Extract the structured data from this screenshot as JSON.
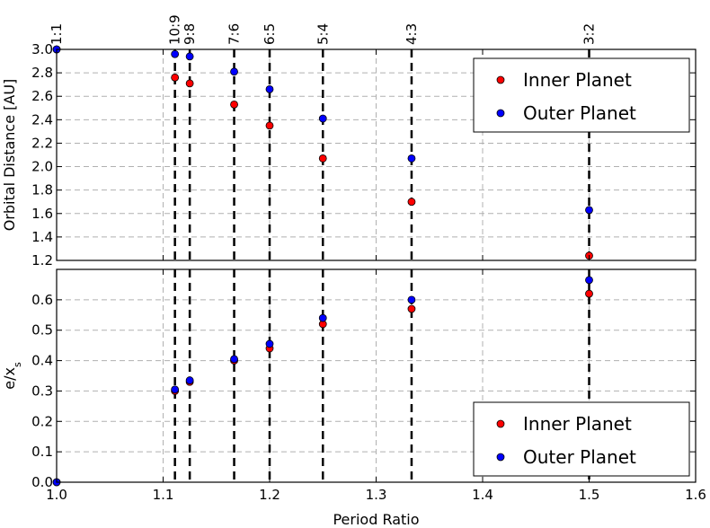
{
  "chart_data": {
    "type": "scatter",
    "xlabel": "Period Ratio",
    "xlim": [
      1.0,
      1.6
    ],
    "xticks": [
      "1.0",
      "1.1",
      "1.2",
      "1.3",
      "1.4",
      "1.5",
      "1.6"
    ],
    "grid": true,
    "resonances": [
      {
        "label": "1:1",
        "x": 1.0
      },
      {
        "label": "10:9",
        "x": 1.1111
      },
      {
        "label": "9:8",
        "x": 1.125
      },
      {
        "label": "7:6",
        "x": 1.1667
      },
      {
        "label": "6:5",
        "x": 1.2
      },
      {
        "label": "5:4",
        "x": 1.25
      },
      {
        "label": "4:3",
        "x": 1.3333
      },
      {
        "label": "3:2",
        "x": 1.5
      }
    ],
    "panels": [
      {
        "ylabel": "Orbital Distance [AU]",
        "ylim": [
          1.2,
          3.0
        ],
        "yticks": [
          "1.2",
          "1.4",
          "1.6",
          "1.8",
          "2.0",
          "2.2",
          "2.4",
          "2.6",
          "2.8",
          "3.0"
        ],
        "legend_position": "top-right",
        "series": [
          {
            "name": "Inner Planet",
            "color": "#ff0000",
            "x": [
              1.0,
              1.1111,
              1.125,
              1.1667,
              1.2,
              1.25,
              1.3333,
              1.5
            ],
            "y": [
              3.0,
              2.76,
              2.71,
              2.53,
              2.35,
              2.07,
              1.7,
              1.24
            ]
          },
          {
            "name": "Outer Planet",
            "color": "#0000ff",
            "x": [
              1.0,
              1.1111,
              1.125,
              1.1667,
              1.2,
              1.25,
              1.3333,
              1.5
            ],
            "y": [
              3.0,
              2.96,
              2.94,
              2.81,
              2.66,
              2.41,
              2.07,
              1.63
            ]
          }
        ]
      },
      {
        "ylabel": "e/x",
        "ylabel_sub": "s",
        "ylim": [
          0.0,
          0.7
        ],
        "yticks": [
          "0.0",
          "0.1",
          "0.2",
          "0.3",
          "0.4",
          "0.5",
          "0.6"
        ],
        "legend_position": "bottom-right",
        "series": [
          {
            "name": "Inner Planet",
            "color": "#ff0000",
            "x": [
              1.0,
              1.1111,
              1.125,
              1.1667,
              1.2,
              1.25,
              1.3333,
              1.5
            ],
            "y": [
              0.0,
              0.3,
              0.33,
              0.4,
              0.44,
              0.52,
              0.57,
              0.62
            ]
          },
          {
            "name": "Outer Planet",
            "color": "#0000ff",
            "x": [
              1.0,
              1.1111,
              1.125,
              1.1667,
              1.2,
              1.25,
              1.3333,
              1.5
            ],
            "y": [
              0.0,
              0.305,
              0.335,
              0.405,
              0.455,
              0.54,
              0.6,
              0.665
            ]
          }
        ]
      }
    ]
  }
}
